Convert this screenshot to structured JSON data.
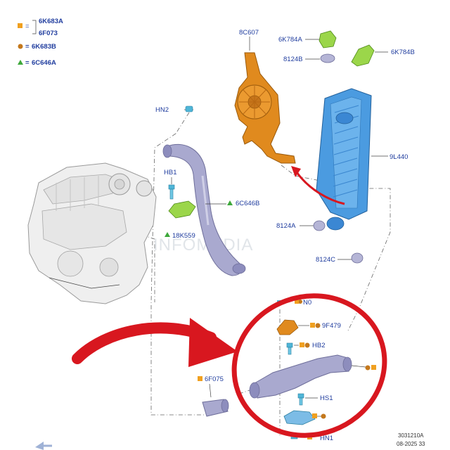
{
  "legend": {
    "square_code_top": "6K683A",
    "square_code_bottom": "6F073",
    "circle_code": "6K683B",
    "triangle_code": "6C646A",
    "eq": "="
  },
  "parts": {
    "bracket_top": "8C607",
    "clip_top": "6K784A",
    "grommet_top": "8124B",
    "clip_right": "6K784B",
    "hose_nut_top": "HN2",
    "intercooler": "9L440",
    "hose_clamp_top": "HB1",
    "hose": "6C646B",
    "bracket_mid": "18K559",
    "grommet_left": "8124A",
    "grommet_bottom": "8124C",
    "sensor": "9F479",
    "hose_clamp_bottom": "HB2",
    "sleeve": "6F075",
    "hose_nut_bottom": "HS1",
    "hose_nut_bottom2": "HN1",
    "partial_label": "N0"
  },
  "footer": {
    "drawing_number": "3031210A",
    "date_code": "08-2025 33"
  },
  "watermark": "INFOMEDIA",
  "colors": {
    "label_blue": "#1f3c9e",
    "marker_orange": "#f0a020",
    "marker_brown": "#c4781c",
    "marker_green": "#3da83a",
    "intercooler_blue": "#4b9be0",
    "bracket_orange": "#e08a1e",
    "hose_purple": "#a9a9cf",
    "highlight_red": "#d8171f"
  }
}
